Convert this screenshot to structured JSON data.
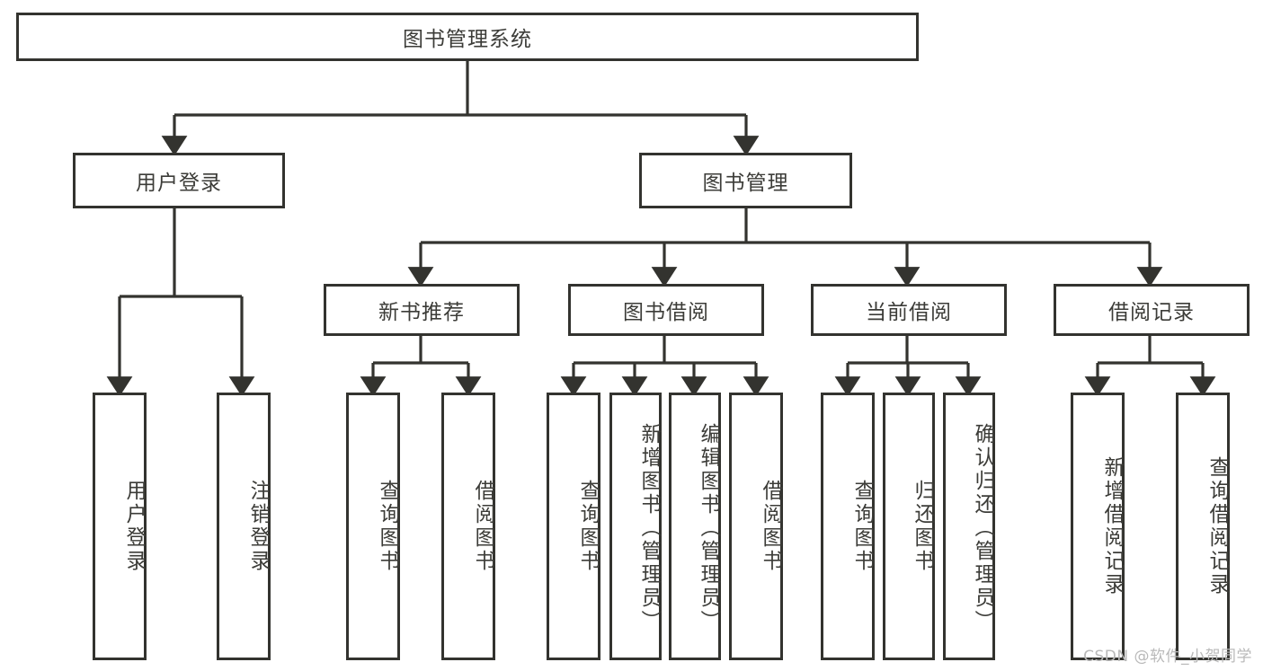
{
  "diagram": {
    "title": "图书管理系统",
    "type": "tree",
    "orientation": "top-down",
    "colors": {
      "box_border": "#33332f",
      "box_fill": "#ffffff",
      "connector": "#33332f",
      "text": "#3c3c38",
      "watermark": "#b9b9b9"
    },
    "nodes": {
      "root": {
        "label": "图书管理系统",
        "orientation": "horizontal"
      },
      "level2": [
        {
          "id": "user-login",
          "label": "用户登录",
          "orientation": "horizontal"
        },
        {
          "id": "book-manage",
          "label": "图书管理",
          "orientation": "horizontal"
        }
      ],
      "level3": [
        {
          "id": "new-book-recommend",
          "label": "新书推荐",
          "orientation": "horizontal"
        },
        {
          "id": "book-borrow",
          "label": "图书借阅",
          "orientation": "horizontal"
        },
        {
          "id": "current-borrow",
          "label": "当前借阅",
          "orientation": "horizontal"
        },
        {
          "id": "borrow-record",
          "label": "借阅记录",
          "orientation": "horizontal"
        }
      ],
      "leaves": {
        "user-login": [
          {
            "id": "leaf-user-login",
            "label": "用户登录",
            "orientation": "vertical"
          },
          {
            "id": "leaf-logout-login",
            "label": "注销登录",
            "orientation": "vertical"
          }
        ],
        "new-book-recommend": [
          {
            "id": "leaf-query-book-1",
            "label": "查询图书",
            "orientation": "vertical"
          },
          {
            "id": "leaf-borrow-book-1",
            "label": "借阅图书",
            "orientation": "vertical"
          }
        ],
        "book-borrow": [
          {
            "id": "leaf-query-book-2",
            "label": "查询图书",
            "orientation": "vertical"
          },
          {
            "id": "leaf-add-book",
            "label": "新增图书（管理员）",
            "orientation": "vertical"
          },
          {
            "id": "leaf-edit-book",
            "label": "编辑图书（管理员）",
            "orientation": "vertical"
          },
          {
            "id": "leaf-borrow-book-2",
            "label": "借阅图书",
            "orientation": "vertical"
          }
        ],
        "current-borrow": [
          {
            "id": "leaf-query-book-3",
            "label": "查询图书",
            "orientation": "vertical"
          },
          {
            "id": "leaf-return-book",
            "label": "归还图书",
            "orientation": "vertical"
          },
          {
            "id": "leaf-confirm-return",
            "label": "确认归还（管理员）",
            "orientation": "vertical"
          }
        ],
        "borrow-record": [
          {
            "id": "leaf-add-record",
            "label": "新增借阅记录",
            "orientation": "vertical"
          },
          {
            "id": "leaf-query-record",
            "label": "查询借阅记录",
            "orientation": "vertical"
          }
        ]
      }
    }
  },
  "watermark": {
    "text": "CSDN @软件_小贺同学"
  }
}
